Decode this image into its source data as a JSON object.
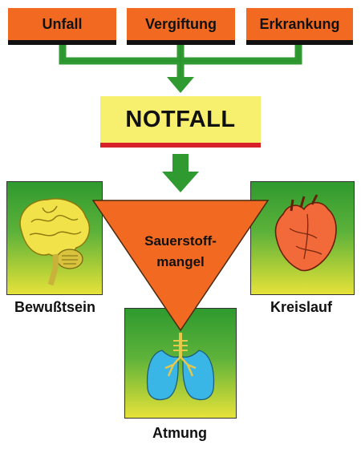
{
  "causes": [
    {
      "label": "Unfall"
    },
    {
      "label": "Vergiftung"
    },
    {
      "label": "Erkrankung"
    }
  ],
  "center": {
    "label": "NOTFALL"
  },
  "triangle": {
    "line1": "Sauerstoff-",
    "line2": "mangel"
  },
  "organs": {
    "brain": {
      "label": "Bewußtsein",
      "icon": "brain-icon"
    },
    "heart": {
      "label": "Kreislauf",
      "icon": "heart-icon"
    },
    "lungs": {
      "label": "Atmung",
      "icon": "lungs-icon"
    }
  },
  "colors": {
    "cause_box": "#f26a21",
    "notfall_box": "#f7f06e",
    "notfall_underline": "#d6202a",
    "arrow_green": "#2f9a2f",
    "triangle": "#f26a21"
  }
}
